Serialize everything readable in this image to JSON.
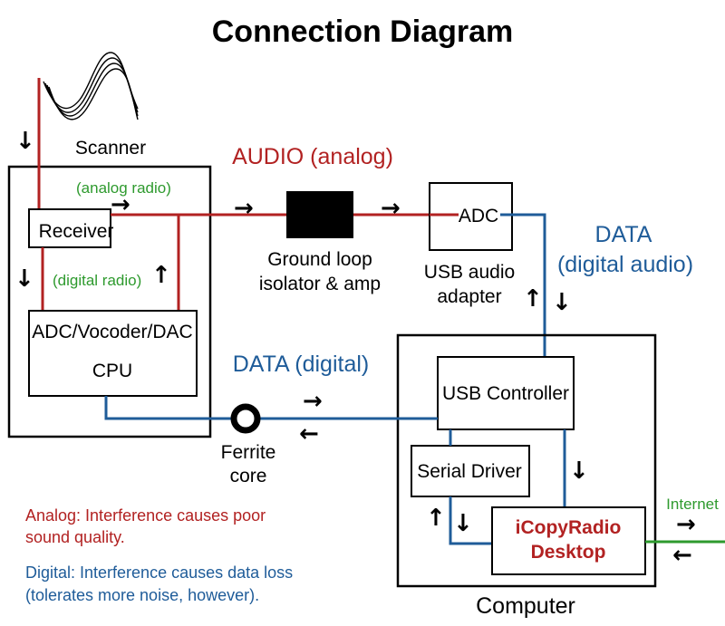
{
  "title": "Connection Diagram",
  "colors": {
    "analog": "#b22222",
    "digital": "#1f5c99",
    "internet": "#2e9a2e",
    "box": "#000000"
  },
  "scanner": {
    "label": "Scanner",
    "receiver_label": "Receiver",
    "analog_path_label": "(analog radio)",
    "digital_path_label": "(digital radio)",
    "processor_line1": "ADC/Vocoder/DAC",
    "processor_line2": "CPU",
    "antenna_icon": "radio-wave-icon"
  },
  "audio_link": {
    "label": "AUDIO (analog)",
    "isolator_line1": "Ground loop",
    "isolator_line2": "isolator & amp"
  },
  "adc": {
    "label": "ADC",
    "caption_line1": "USB audio",
    "caption_line2": "adapter"
  },
  "data_audio": {
    "line1": "DATA",
    "line2": "(digital audio)"
  },
  "data_digital": {
    "label": "DATA (digital)"
  },
  "ferrite": {
    "line1": "Ferrite",
    "line2": "core"
  },
  "computer": {
    "label": "Computer",
    "usb_controller": "USB Controller",
    "serial_driver": "Serial Driver",
    "app_line1": "iCopyRadio",
    "app_line2": "Desktop",
    "internet_label": "Internet"
  },
  "notes": {
    "analog_line1": "Analog: Interference causes poor",
    "analog_line2": "sound quality.",
    "digital_line1": "Digital: Interference causes data loss",
    "digital_line2": "(tolerates more noise, however)."
  }
}
